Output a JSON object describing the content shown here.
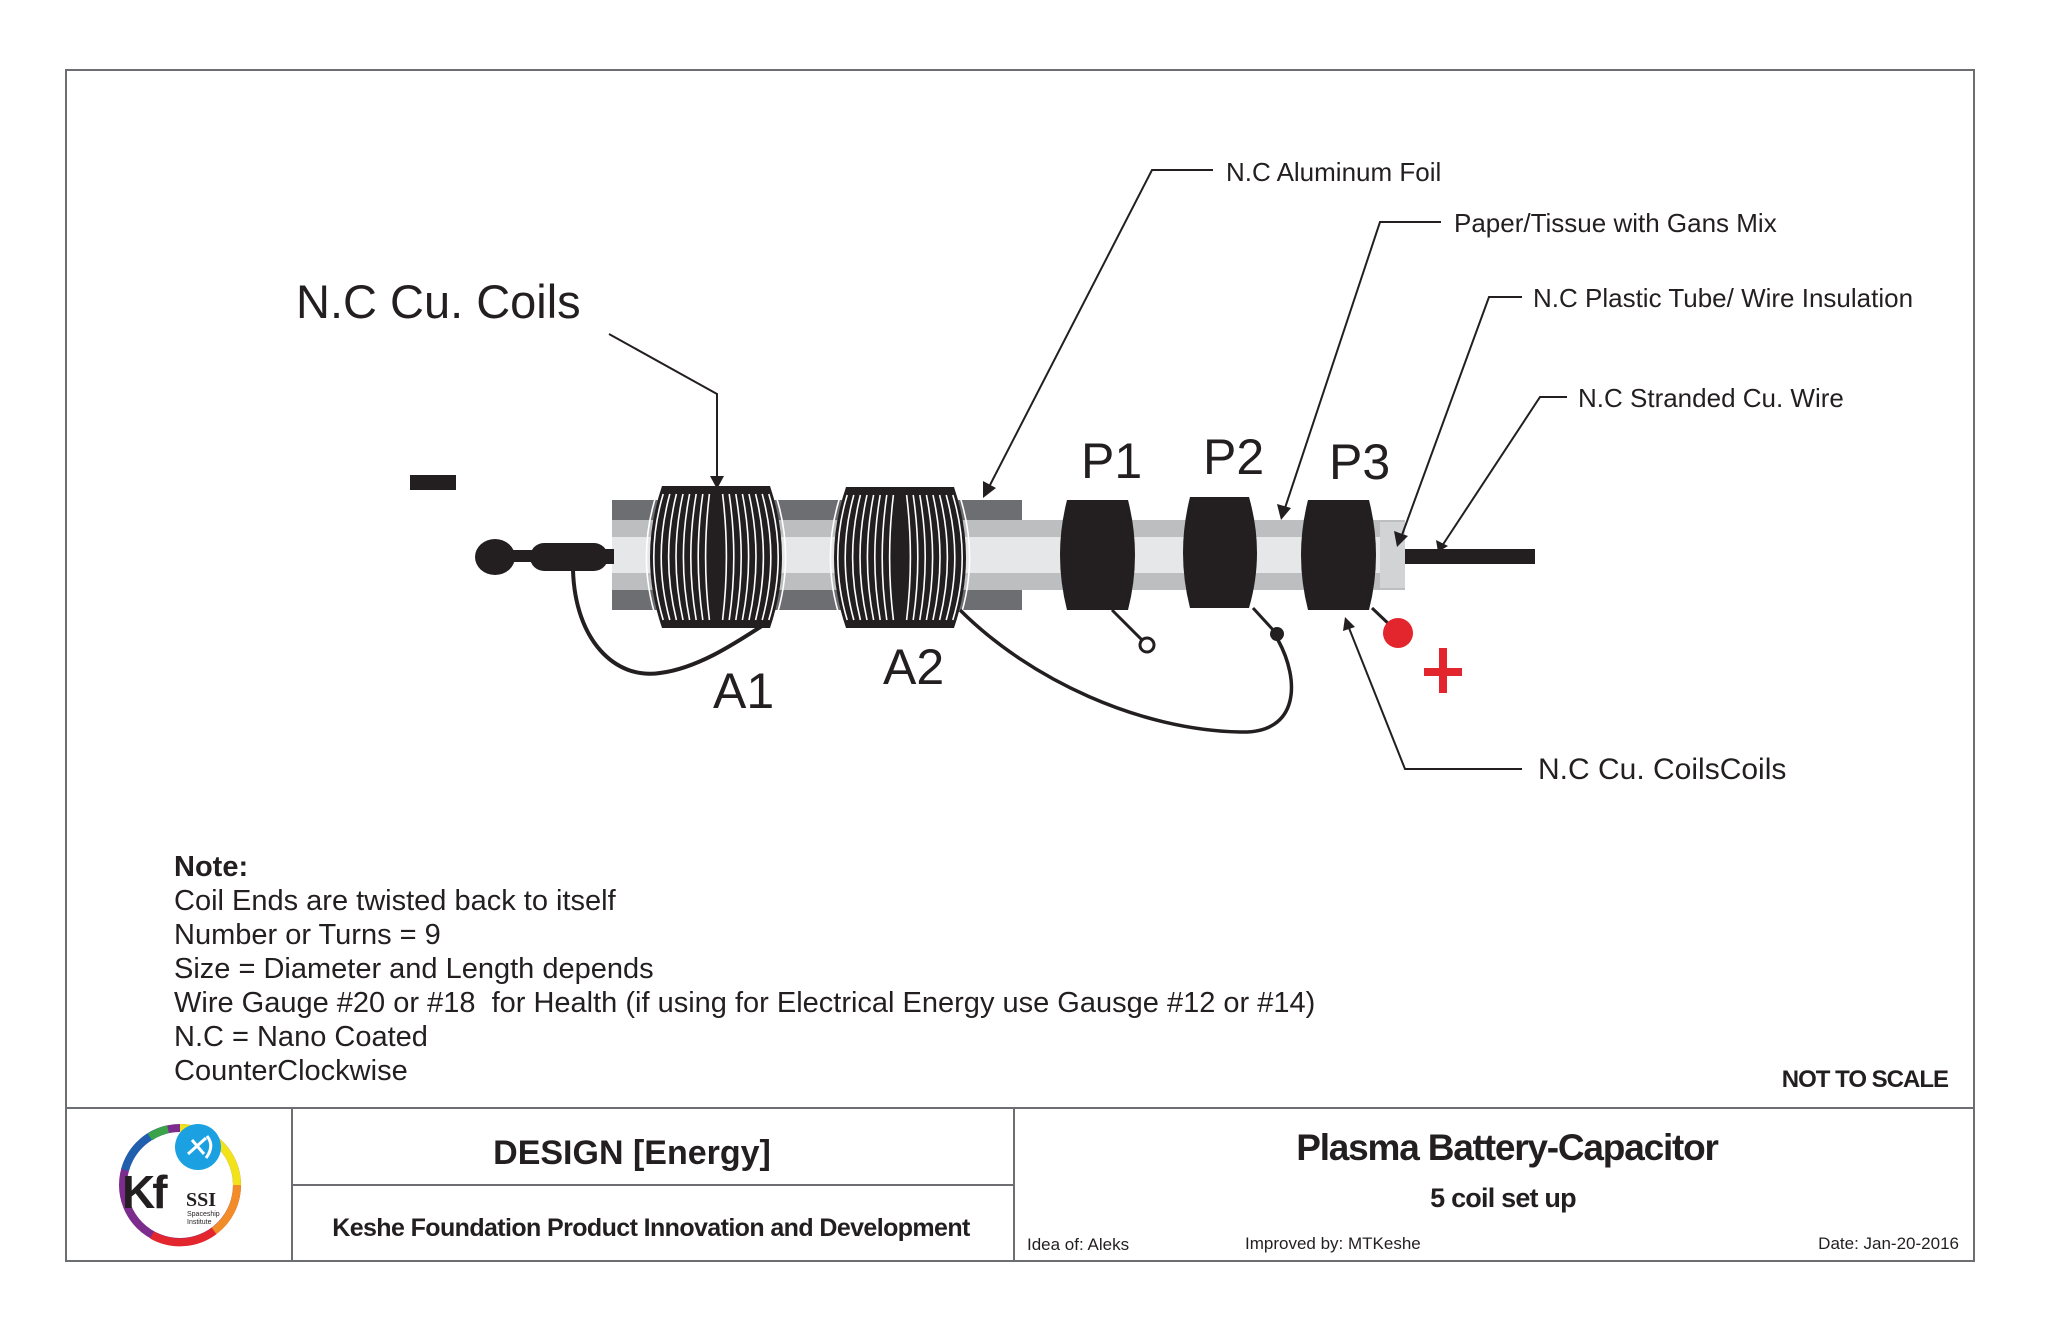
{
  "drawing": {
    "callouts": {
      "cu_coils_left": "N.C Cu. Coils",
      "aluminum_foil": "N.C Aluminum Foil",
      "paper_tissue": "Paper/Tissue with Gans Mix",
      "plastic_tube": "N.C Plastic Tube/ Wire Insulation",
      "stranded_wire": "N.C Stranded Cu. Wire",
      "cu_coils_right": "N.C Cu. CoilsCoils"
    },
    "coil_labels": {
      "a1": "A1",
      "a2": "A2",
      "p1": "P1",
      "p2": "P2",
      "p3": "P3"
    },
    "polarity": {
      "negative": "−",
      "positive": "+",
      "positive_color": "#e3262d"
    },
    "scale_note": "NOT TO SCALE"
  },
  "notes": {
    "heading": "Note:",
    "lines": [
      "Coil Ends are twisted back to itself",
      "Number or Turns = 9",
      "Size = Diameter and Length depends",
      "Wire Gauge #20 or #18  for Health (if using for Electrical Energy use Gausge #12 or #14)",
      "N.C = Nano Coated",
      "CounterClockwise"
    ]
  },
  "title_block": {
    "logo": {
      "main": "Kf",
      "sub": "SSI",
      "caption_1": "Spaceship",
      "caption_2": "Institute"
    },
    "design": "DESIGN [Energy]",
    "organization": "Keshe Foundation Product Innovation and Development",
    "title": "Plasma Battery-Capacitor",
    "subtitle": "5 coil set up",
    "idea_of": "Idea of: Aleks",
    "improved_by": "Improved by: MTKeshe",
    "date": "Date: Jan-20-2016"
  },
  "colors": {
    "ink": "#231f20",
    "tube_dark": "#6d6e71",
    "tube_mid": "#bcbec0",
    "tube_light": "#e6e7e8",
    "positive_red": "#e3262d",
    "logo_blue": "#1ba1e2"
  }
}
